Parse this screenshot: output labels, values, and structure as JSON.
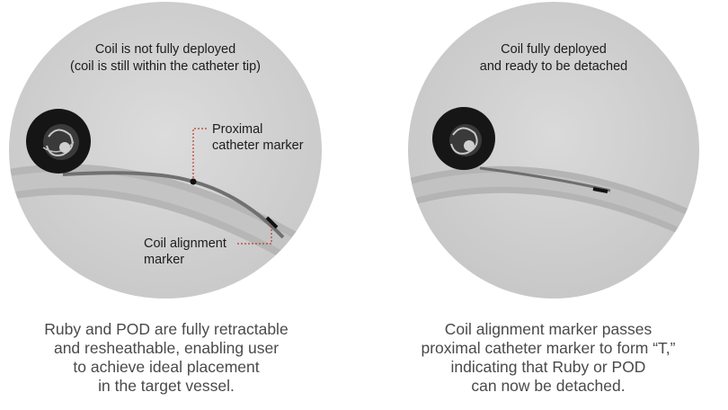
{
  "left_panel": {
    "title_lines": [
      "Coil is not fully deployed",
      "(coil is still within the catheter tip)"
    ],
    "proximal_marker_label": [
      "Proximal",
      "catheter marker"
    ],
    "coil_marker_label": [
      "Coil alignment",
      "marker"
    ],
    "caption_lines": [
      "Ruby and POD are fully retractable",
      "and resheathable, enabling user",
      "to achieve ideal placement",
      "in the target vessel."
    ]
  },
  "right_panel": {
    "title_lines": [
      "Coil fully deployed",
      "and ready to be detached"
    ],
    "caption_lines": [
      "Coil alignment marker passes",
      "proximal catheter marker to form “T,”",
      "indicating that Ruby or POD",
      "can now be detached."
    ]
  },
  "colors": {
    "disc_fill": "#d2d2d2",
    "vessel_band": "#b4b4b4",
    "leader_line": "#c0392b",
    "caption_text": "#4a4a4a"
  }
}
